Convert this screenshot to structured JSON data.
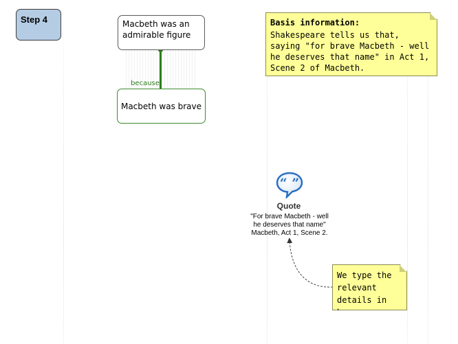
{
  "step": {
    "label": "Step 4"
  },
  "claim": {
    "text": "Macbeth was an admirable figure"
  },
  "link": {
    "label": "because"
  },
  "reason": {
    "text": "Macbeth was brave"
  },
  "basis_note": {
    "title": "Basis information:",
    "body": "Shakespeare tells us that, saying \"for brave Macbeth - well he deserves that name\" in Act 1, Scene 2 of Macbeth."
  },
  "quote": {
    "icon": "quote-speech-bubble-icon",
    "title": "Quote",
    "lines": [
      "\"For brave Macbeth - well",
      "he deserves that name\"",
      "Macbeth, Act 1, Scene 2."
    ]
  },
  "tip_note": {
    "text": "We type the relevant details in here."
  },
  "colors": {
    "step_fill": "#b5cde4",
    "link_green": "#2e7d1f",
    "note_yellow": "#ffff99",
    "quote_blue": "#2b6fc2"
  }
}
